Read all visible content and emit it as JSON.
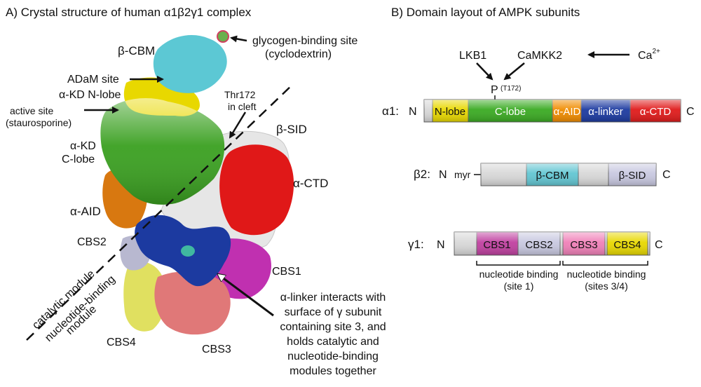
{
  "panel_a": {
    "title": "A) Crystal structure of human α1β2γ1 complex",
    "labels": {
      "glycogen_site": "glycogen-binding site",
      "glycogen_site_2": "(cyclodextrin)",
      "beta_cbm": "β-CBM",
      "adam_site": "ADaM site",
      "akd_nlobe": "α-KD N-lobe",
      "active_site": "active site",
      "active_site_2": "(staurosporine)",
      "thr172": "Thr172",
      "thr172_2": "in cleft",
      "beta_sid": "β-SID",
      "akd_clobe": "α-KD",
      "akd_clobe_2": "C-lobe",
      "alpha_ctd": "α-CTD",
      "alpha_aid": "α-AID",
      "cbs2": "CBS2",
      "cbs1": "CBS1",
      "cbs4": "CBS4",
      "cbs3": "CBS3",
      "catalytic_module": "catalytic module",
      "nucleotide_module": "nucleotide-binding",
      "nucleotide_module_2": "module",
      "linker_note": [
        "α-linker interacts with",
        "surface of γ subunit",
        "containing site 3, and",
        "holds catalytic and",
        "nucleotide-binding",
        "modules together"
      ]
    },
    "colors": {
      "beta_cbm": "#5cc8d4",
      "nlobe": "#e8d800",
      "clobe": "#3aa020",
      "aid": "#d87810",
      "ctd": "#e01818",
      "white": "#e8e8e8",
      "linker": "#1c3aa0",
      "cbs1": "#c030b0",
      "cbs2": "#b8b8d0",
      "cbs3": "#e07878",
      "cbs4": "#e0e060"
    }
  },
  "panel_b": {
    "title": "B) Domain layout of AMPK subunits",
    "kinases": {
      "lkb1": "LKB1",
      "camkk2": "CaMKK2",
      "ca": "Ca",
      "ca_sup": "2+"
    },
    "phospho": {
      "p": "P",
      "site": "(T172)"
    },
    "alpha1": {
      "name": "α1:",
      "n": "N",
      "c": "C",
      "domains": [
        {
          "label": "N-lobe",
          "color": "#e8d800",
          "text_color": "#111111"
        },
        {
          "label": "C-lobe",
          "color": "#3aaa22",
          "text_color": "#ffffff"
        },
        {
          "label": "α-AID",
          "color": "#f08c00",
          "text_color": "#ffffff"
        },
        {
          "label": "α-linker",
          "color": "#1c3aa0",
          "text_color": "#ffffff"
        },
        {
          "label": "α-CTD",
          "color": "#e01a1a",
          "text_color": "#ffffff"
        }
      ]
    },
    "beta2": {
      "name": "β2:",
      "n": "N",
      "myr": "myr",
      "c": "C",
      "domains": [
        {
          "label": "β-CBM",
          "color": "#62c6d2",
          "text_color": "#111111"
        },
        {
          "label": "β-SID",
          "color": "#c8c8e0",
          "text_color": "#111111"
        }
      ]
    },
    "gamma1": {
      "name": "γ1:",
      "n": "N",
      "c": "C",
      "domains": [
        {
          "label": "CBS1",
          "color": "#c040a0",
          "text_color": "#111111"
        },
        {
          "label": "CBS2",
          "color": "#c8c8e0",
          "text_color": "#111111"
        },
        {
          "label": "CBS3",
          "color": "#f080b8",
          "text_color": "#111111"
        },
        {
          "label": "CBS4",
          "color": "#e8d800",
          "text_color": "#111111"
        }
      ],
      "brackets": [
        {
          "line1": "nucleotide binding",
          "line2": "(site 1)"
        },
        {
          "line1": "nucleotide binding",
          "line2": "(sites 3/4)"
        }
      ]
    }
  }
}
